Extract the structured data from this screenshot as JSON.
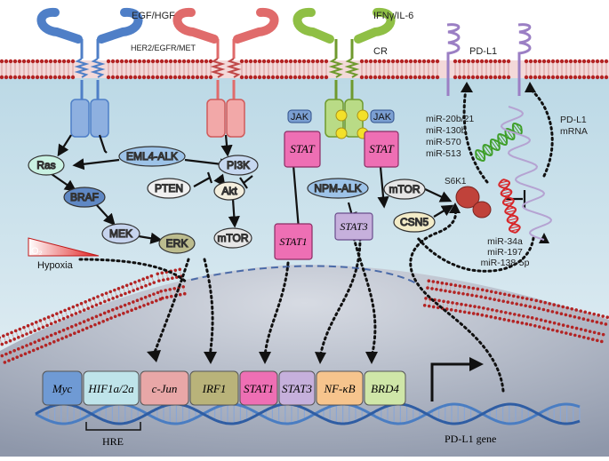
{
  "ligands": {
    "egf": "EGF/HGF",
    "ifn": "IFNγ/IL-6"
  },
  "receptors": {
    "her2": "HER2/EGFR/MET",
    "cr": "CR"
  },
  "pdl1_protein": "PD-L1",
  "pdl1_mrna": {
    "line1": "PD-L1",
    "line2": "mRNA"
  },
  "nodes": {
    "ras": "Ras",
    "eml4": "EML4-ALK",
    "pi3k": "PI3K",
    "braf": "BRAF",
    "pten": "PTEN",
    "akt": "Akt",
    "mek": "MEK",
    "erk": "ERK",
    "mtor_left": "mTOR",
    "jak_left": "JAK",
    "jak_right": "JAK",
    "stat_left": "STAT",
    "stat_right": "STAT",
    "npm": "NPM-ALK",
    "stat1": "STAT1",
    "stat3": "STAT3",
    "mtor_right": "mTOR",
    "s6k1": "S6K1",
    "csn5": "CSN5"
  },
  "mirna_top": [
    "miR-20b/21",
    "miR-130b",
    "miR-570",
    "miR-513"
  ],
  "mirna_bottom": [
    "miR-34a",
    "miR-197",
    "miR-138-5p"
  ],
  "hypoxia": {
    "o2": "O₂",
    "label": "Hypoxia"
  },
  "tf_boxes": [
    "Myc",
    "HIF1a/2a",
    "c-Jun",
    "IRF1",
    "STAT1",
    "STAT3",
    "NF-κB",
    "BRD4"
  ],
  "hre": "HRE",
  "gene": "PD-L1 gene",
  "colors": {
    "egf_receptor": "#4f7fc7",
    "pi3k_receptor": "#e06b6b",
    "cr_receptor": "#8fbf45",
    "cytoplasm": "#dcebf1",
    "nucleus": "#aeb6c6",
    "membrane_head": "#b32424",
    "stat": "#ee6fb4",
    "dna": "#4a7dc2",
    "mirna_green": "#3f9f2a",
    "mirna_red": "#d7282b",
    "ribosome": "#c0423a",
    "mrna": "#b5a3d2"
  }
}
